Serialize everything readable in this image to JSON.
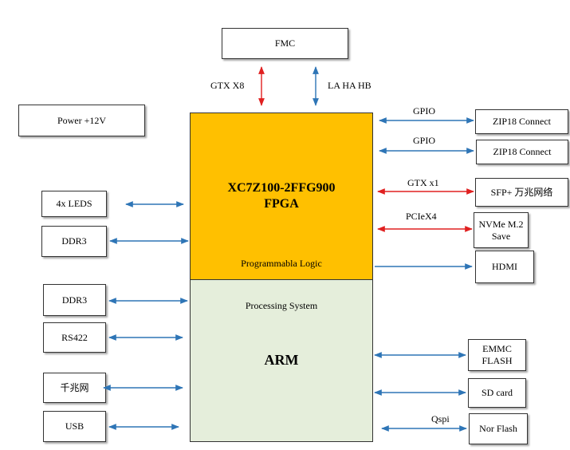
{
  "fpga": {
    "title_line1": "XC7Z100-2FFG900",
    "title_line2": "FPGA",
    "section_label": "Programmabla Logic"
  },
  "ps": {
    "section_label": "Processing System",
    "title": "ARM"
  },
  "blocks": {
    "fmc": "FMC",
    "power": "Power +12V",
    "leds": "4x  LEDS",
    "ddr3_pl": "DDR3",
    "ddr3_ps": "DDR3",
    "rs422": "RS422",
    "gige": "千兆网",
    "usb": "USB",
    "zip18_1": "ZIP18 Connect",
    "zip18_2": "ZIP18 Connect",
    "sfp": "SFP+ 万兆网络",
    "nvme_line1": "NVMe M.2",
    "nvme_line2": "Save",
    "hdmi": "HDMI",
    "emmc_line1": "EMMC",
    "emmc_line2": "FLASH",
    "sdcard": "SD card",
    "norflash": "Nor Flash"
  },
  "link_labels": {
    "gtx_x8": "GTX X8",
    "la_ha_hb": "LA HA HB",
    "gpio_1": "GPIO",
    "gpio_2": "GPIO",
    "gtx_x1": "GTX x1",
    "pcie_x4": "PCIeX4",
    "qspi": "Qspi"
  },
  "colors": {
    "pl_fill": "#ffc000",
    "ps_fill": "#e5eedb",
    "arrow_blue": "#2e75b6",
    "arrow_red": "#e02020"
  }
}
